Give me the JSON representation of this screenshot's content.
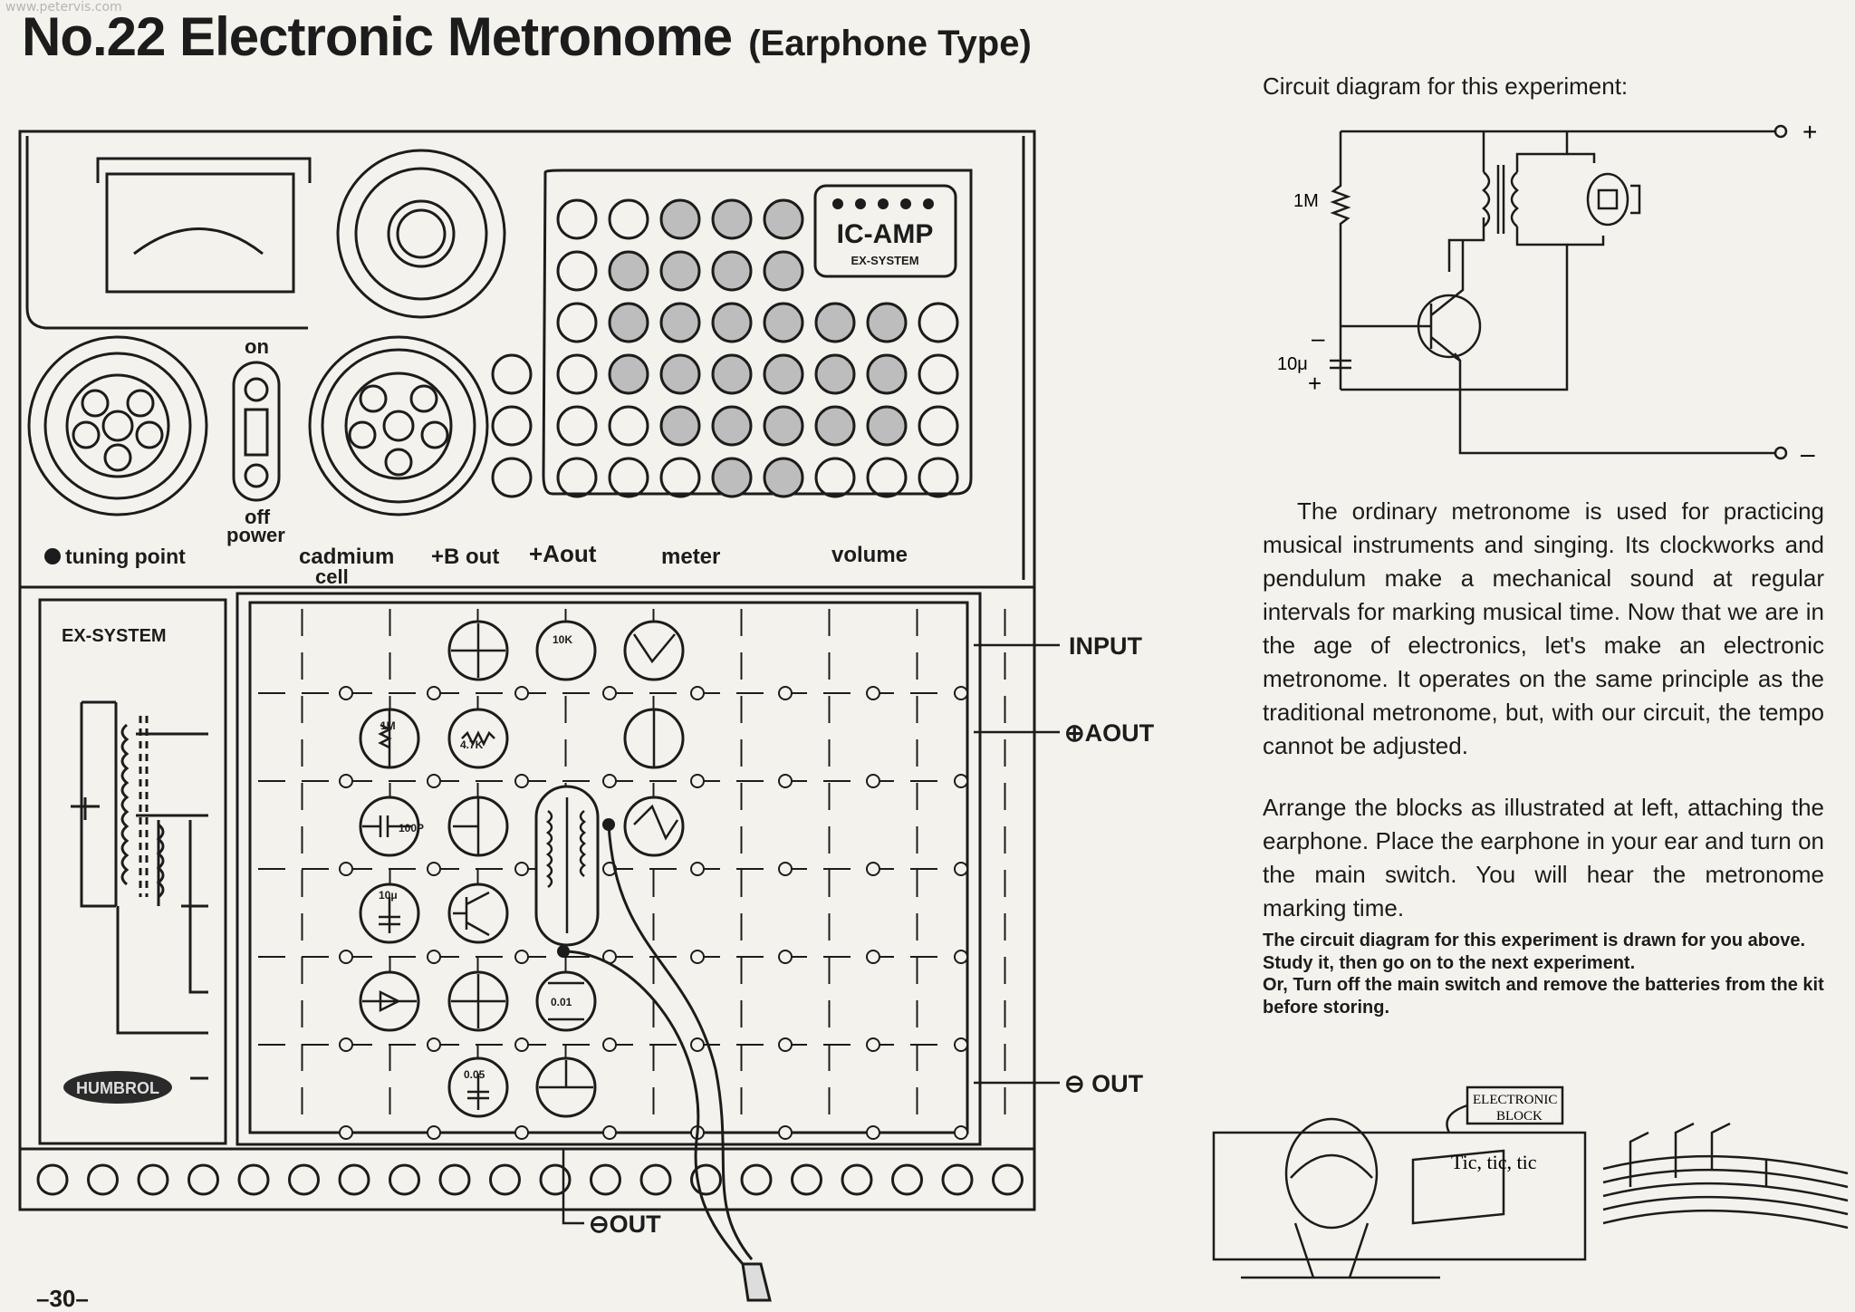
{
  "watermark": "www.petervis.com",
  "title": {
    "main": "No.22  Electronic Metronome",
    "sub": "(Earphone Type)"
  },
  "board": {
    "top_labels": {
      "on": "on",
      "off": "off",
      "power": "power",
      "tuning_point": "tuning point",
      "cadmium": "cadmium",
      "cell": "cell",
      "bout": "+B out",
      "aout": "+Aout",
      "meter": "meter",
      "volume": "volume"
    },
    "ic_amp": "IC-AMP",
    "ic_sub": "EX-SYSTEM",
    "ex_system": "EX-SYSTEM",
    "humbrol": "HUMBROL",
    "side_labels": {
      "input": "INPUT",
      "aout": "⊕AOUT",
      "out": "⊖ OUT",
      "bottom_out": "⊖OUT"
    },
    "component_labels": {
      "r10k": "10K",
      "r1m": "1M",
      "r47k": "4.7K",
      "c100p": "100P",
      "c10u": "10μ",
      "c001": "0.01",
      "c005": "0.05"
    }
  },
  "circuit": {
    "caption": "Circuit diagram for this experiment:",
    "plus": "+",
    "minus": "–",
    "r1": "1M",
    "cap": "10μ",
    "cap_minus": "–",
    "cap_plus": "+"
  },
  "text": {
    "para1": "The ordinary metronome is used for practicing musical instruments and singing. Its clockworks and pendulum make a mechanical sound at regular intervals for marking musical time. Now that we are in the age of electronics, let's make an electronic metronome. It operates on the same principle as the traditional metronome, but, with our circuit, the tempo cannot be adjusted.",
    "para2": "Arrange the blocks as illustrated at left, attaching the earphone. Place the earphone in your ear and turn on the main switch. You will hear the metronome marking time.",
    "note1": "The circuit diagram for this experiment is drawn for you above. Study it, then go on to the next experiment.",
    "note2": "Or, Turn off the main switch and remove the batteries from the kit before storing."
  },
  "cartoon": {
    "sign_line1": "ELECTRONIC",
    "sign_line2": "BLOCK",
    "speech": "Tic, tic, tic"
  },
  "page_number": "–30–"
}
